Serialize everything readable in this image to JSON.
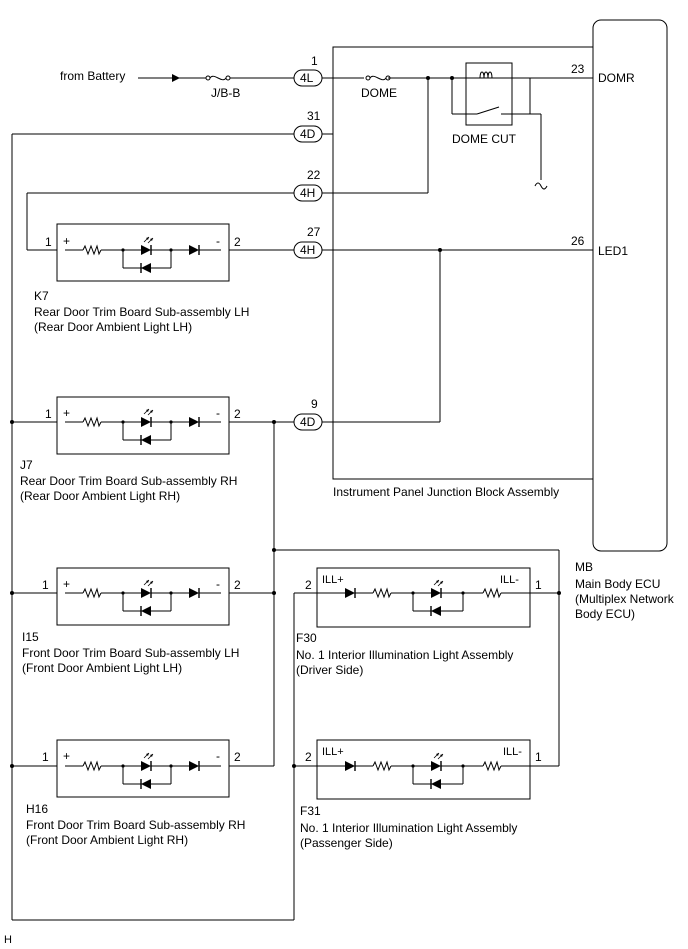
{
  "source": {
    "from": "from Battery",
    "fuse_jb": "J/B-B",
    "fuse_dome": "DOME",
    "relay": "DOME CUT"
  },
  "connectors": [
    {
      "num": "1",
      "code": "4L"
    },
    {
      "num": "31",
      "code": "4D"
    },
    {
      "num": "22",
      "code": "4H"
    },
    {
      "num": "27",
      "code": "4H"
    },
    {
      "num": "9",
      "code": "4D"
    }
  ],
  "ecu": {
    "pin_domr": "23",
    "label_domr": "DOMR",
    "pin_led1": "26",
    "label_led1": "LED1",
    "code": "MB",
    "name": "Main Body ECU",
    "sub1": "(Multiplex Network",
    "sub2": "Body ECU)"
  },
  "junction_block": "Instrument Panel Junction Block Assembly",
  "doors": [
    {
      "code": "K7",
      "name": "Rear Door Trim Board Sub-assembly LH",
      "sub": "(Rear Door Ambient Light LH)",
      "pin_left": "1",
      "pin_right": "2",
      "plus": "+",
      "minus": "-"
    },
    {
      "code": "J7",
      "name": "Rear Door Trim Board Sub-assembly RH",
      "sub": "(Rear Door Ambient Light RH)",
      "pin_left": "1",
      "pin_right": "2",
      "plus": "+",
      "minus": "-"
    },
    {
      "code": "I15",
      "name": "Front Door Trim Board Sub-assembly LH",
      "sub": "(Front Door Ambient Light LH)",
      "pin_left": "1",
      "pin_right": "2",
      "plus": "+",
      "minus": "-"
    },
    {
      "code": "H16",
      "name": "Front Door Trim Board Sub-assembly RH",
      "sub": "(Front Door Ambient Light RH)",
      "pin_left": "1",
      "pin_right": "2",
      "plus": "+",
      "minus": "-"
    }
  ],
  "interior": [
    {
      "code": "F30",
      "name": "No. 1 Interior Illumination Light Assembly",
      "sub": "(Driver Side)",
      "pin_left": "2",
      "pin_right": "1",
      "ill_plus": "ILL+",
      "ill_minus": "ILL-"
    },
    {
      "code": "F31",
      "name": "No. 1 Interior Illumination Light Assembly",
      "sub": "(Passenger Side)",
      "pin_left": "2",
      "pin_right": "1",
      "ill_plus": "ILL+",
      "ill_minus": "ILL-"
    }
  ],
  "corner_mark": "H"
}
